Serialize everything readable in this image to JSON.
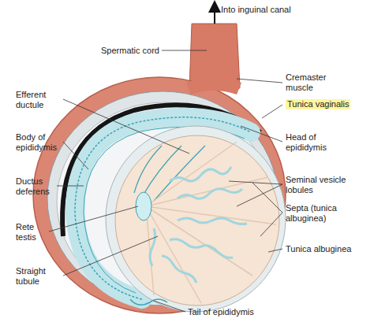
{
  "diagram": {
    "labels": [
      "Into inguinal canal",
      "Spermatic cord",
      "Cremaster muscle",
      "Efferent ductule",
      "Tunica vaginalis",
      "Body of epididymis",
      "Head of epididymis",
      "Ductus deferens",
      "Seminal vesicle lobules",
      "Septa (tunica albuginea)",
      "Rete testis",
      "Tunica albuginea",
      "Straight tubule",
      "Tail of epididymis"
    ]
  }
}
